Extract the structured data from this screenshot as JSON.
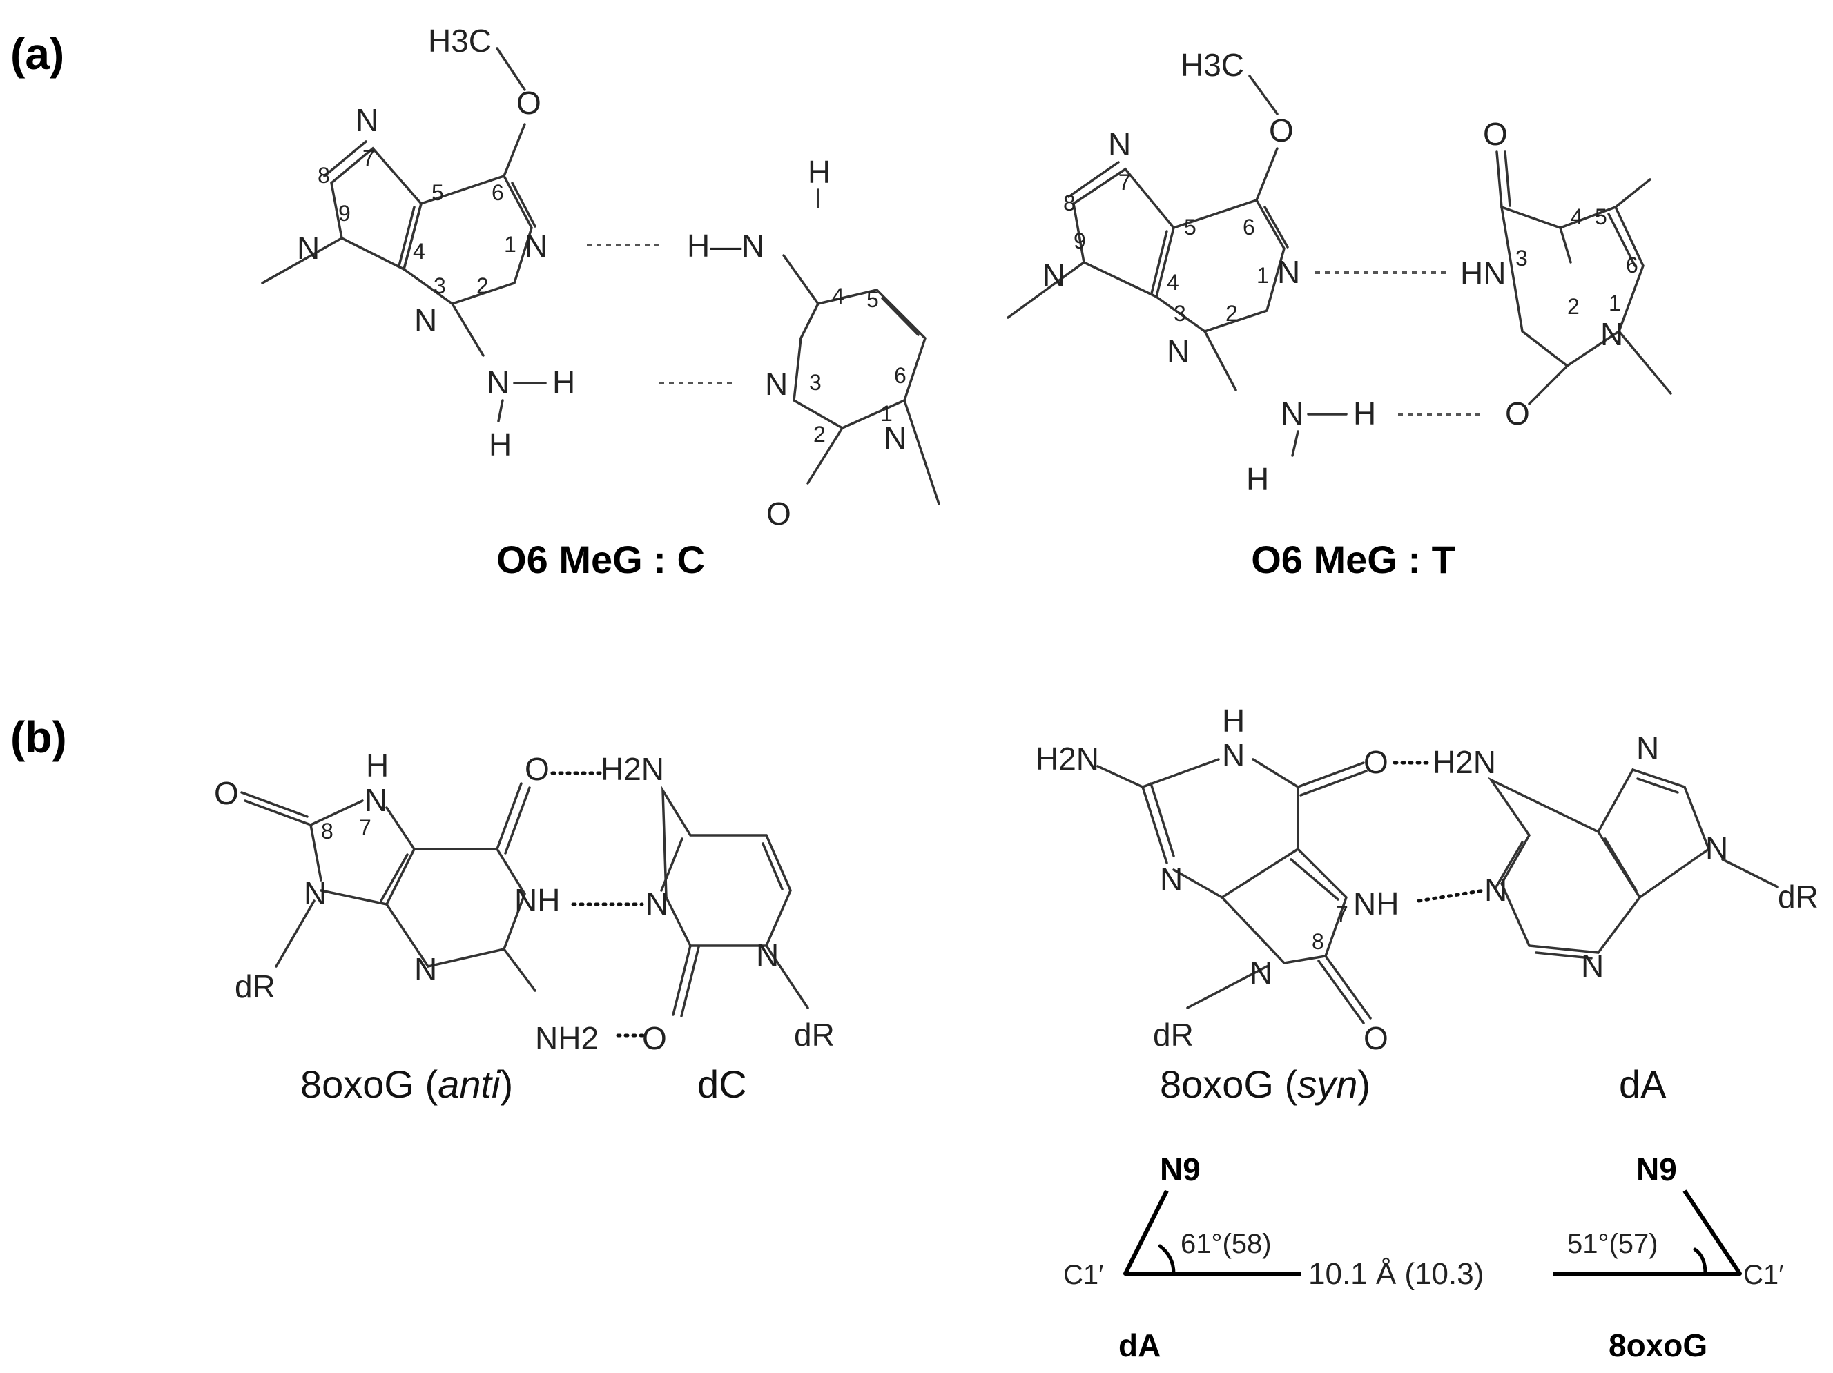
{
  "panels": {
    "a": "(a)",
    "b": "(b)"
  },
  "captions": {
    "o6meg_c": "O6 MeG : C",
    "o6meg_t": "O6 MeG : T",
    "oxog_anti_prefix": "8oxoG (",
    "oxog_anti_italic": "anti",
    "oxog_anti_suffix": ")",
    "dc": "dC",
    "oxog_syn_prefix": "8oxoG (",
    "oxog_syn_italic": "syn",
    "oxog_syn_suffix": ")",
    "da": "dA"
  },
  "atoms": {
    "n": "N",
    "h": "H",
    "o": "O",
    "hn": "HN",
    "nh": "NH",
    "nh2": "NH2",
    "h2n": "H2N",
    "ch3o": "H3C",
    "dr": "dR",
    "nh_minus_h": "H—N",
    "n_minus_h": "N—H"
  },
  "ring_numbers": [
    "1",
    "2",
    "3",
    "4",
    "5",
    "6",
    "7",
    "8",
    "9"
  ],
  "geometry": {
    "n9": "N9",
    "c1p": "C1′",
    "angle_left": "61°(58)",
    "angle_right": "51°(57)",
    "distance": "10.1 Å (10.3)",
    "left_base": "dA",
    "right_base": "8oxoG"
  }
}
